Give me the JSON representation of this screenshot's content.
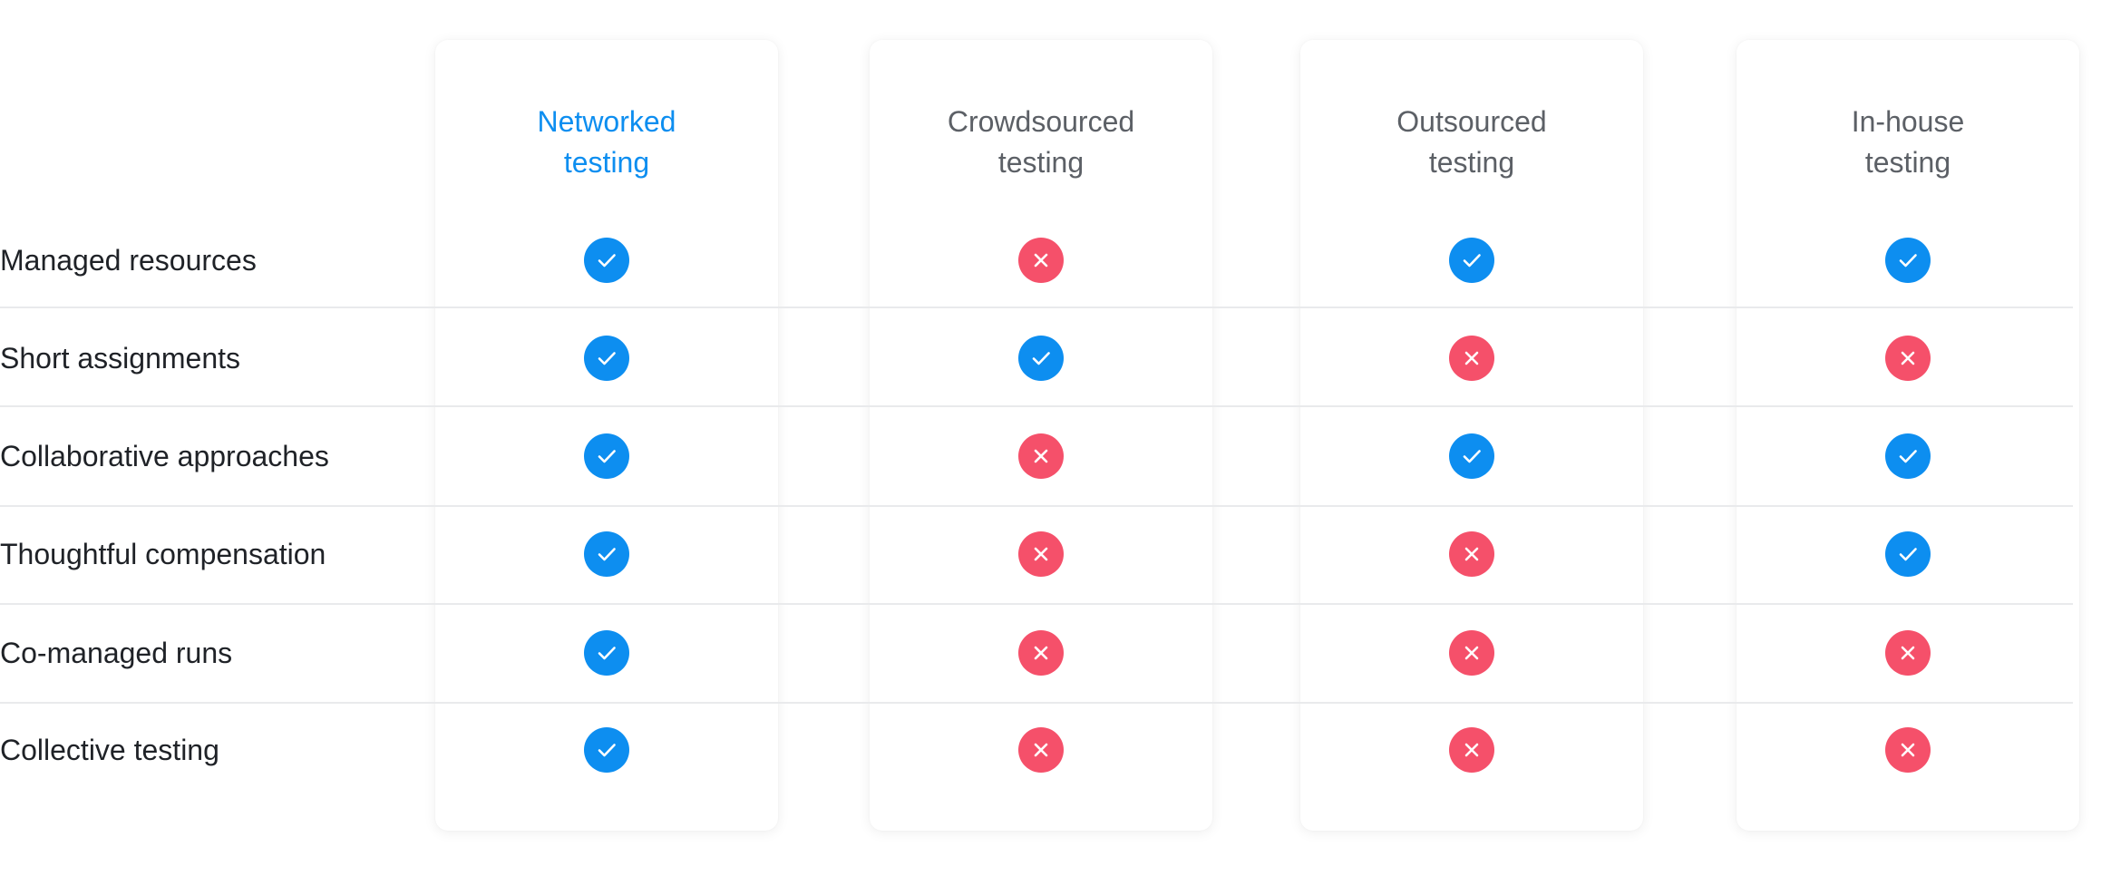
{
  "columns": [
    {
      "line1": "Networked",
      "line2": "testing",
      "highlight": true
    },
    {
      "line1": "Crowdsourced",
      "line2": "testing",
      "highlight": false
    },
    {
      "line1": "Outsourced",
      "line2": "testing",
      "highlight": false
    },
    {
      "line1": "In-house",
      "line2": "testing",
      "highlight": false
    }
  ],
  "rows": [
    {
      "label": "Managed resources",
      "values": [
        true,
        false,
        true,
        true
      ]
    },
    {
      "label": "Short assignments",
      "values": [
        true,
        true,
        false,
        false
      ]
    },
    {
      "label": "Collaborative approaches",
      "values": [
        true,
        false,
        true,
        true
      ]
    },
    {
      "label": "Thoughtful compensation",
      "values": [
        true,
        false,
        false,
        true
      ]
    },
    {
      "label": "Co-managed runs",
      "values": [
        true,
        false,
        false,
        false
      ]
    },
    {
      "label": "Collective testing",
      "values": [
        true,
        false,
        false,
        false
      ]
    }
  ],
  "colors": {
    "accent": "#0d8ef0",
    "check": "#0d8ef0",
    "cross": "#f5506a",
    "heading": "#5c6066",
    "label": "#1f2227",
    "divider": "#e9eaec"
  },
  "icons": {
    "yes": "check-circle-icon",
    "no": "cross-circle-icon"
  }
}
